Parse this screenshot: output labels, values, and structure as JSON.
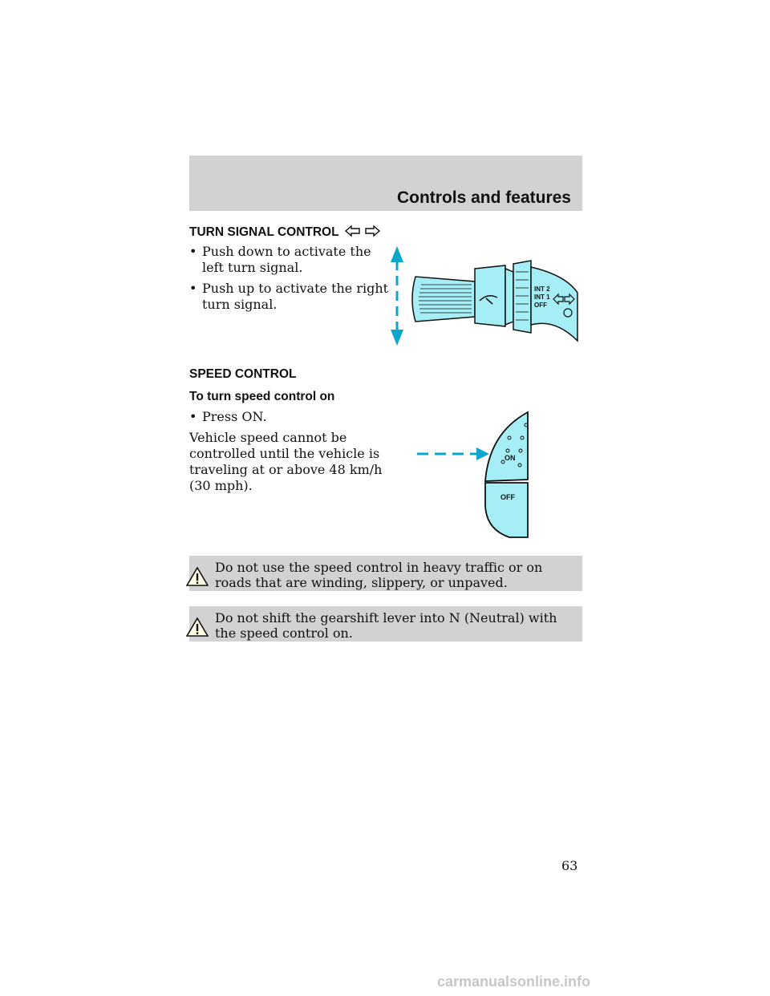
{
  "header": {
    "title": "Controls and features"
  },
  "turn_signal": {
    "heading": "TURN SIGNAL CONTROL",
    "bullets": [
      "Push down to activate the left turn signal.",
      "Push up to activate the right turn signal."
    ],
    "illustration": {
      "labels": [
        "INT 2",
        "INT 1",
        "OFF"
      ]
    }
  },
  "speed_control": {
    "heading": "SPEED CONTROL",
    "subheading": "To turn speed control on",
    "bullets": [
      "Press ON."
    ],
    "paragraph": "Vehicle speed cannot be controlled until the vehicle is traveling at or above 48 km/h (30 mph).",
    "illustration": {
      "on_label": "ON",
      "off_label": "OFF"
    }
  },
  "warnings": [
    "Do not use the speed control in heavy traffic or on roads that are winding, slippery, or unpaved.",
    "Do not shift the gearshift lever into N (Neutral) with the speed control on."
  ],
  "page_number": "63",
  "footer": {
    "watermark": "carmanualsonline.info"
  },
  "colors": {
    "illustration": "#a6eef5",
    "arrow": "#0aa6cc",
    "gray_band": "#d2d2d2"
  }
}
